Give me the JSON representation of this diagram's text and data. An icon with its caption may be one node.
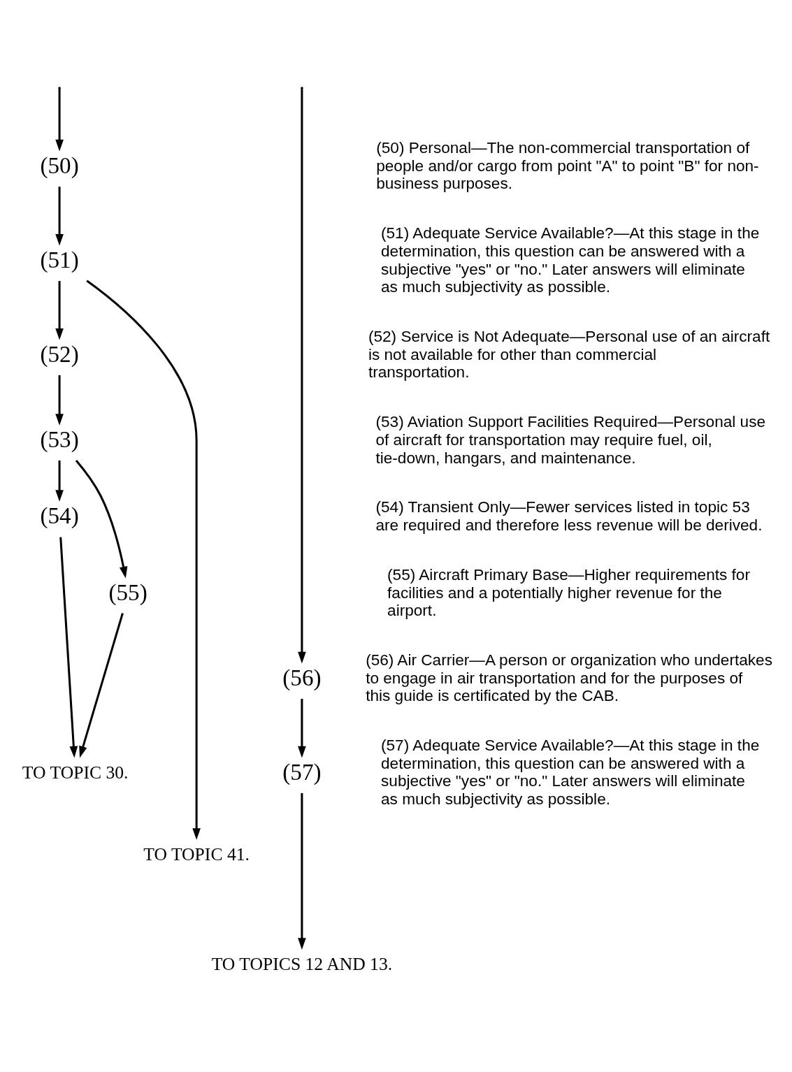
{
  "diagram": {
    "nodes": [
      {
        "text": [
          "(50)"
        ]
      },
      {
        "text": [
          "(51)"
        ]
      },
      {
        "text": [
          "(52)"
        ]
      },
      {
        "text": [
          "(53)"
        ]
      },
      {
        "text": [
          "(54)"
        ]
      },
      {
        "text": [
          "(55)"
        ]
      },
      {
        "text": [
          "(56)"
        ]
      },
      {
        "text": [
          "(57)"
        ]
      },
      {
        "text": [
          "TO TOPIC 41."
        ]
      },
      {
        "text": [
          "TO TOPIC 30."
        ]
      },
      {
        "text": [
          "TO TOPICS 12 AND 13."
        ]
      }
    ],
    "edges": [
      {
        "from": null,
        "to": 0,
        "arrow": "to"
      },
      {
        "from": null,
        "to": 6,
        "arrow": "to"
      },
      {
        "from": 0,
        "to": 1,
        "arrow": "to"
      },
      {
        "from": 1,
        "to": 2,
        "arrow": "to"
      },
      {
        "from": 1,
        "to": 8,
        "arrow": "to"
      },
      {
        "from": 2,
        "to": 3,
        "arrow": "to"
      },
      {
        "from": 3,
        "to": 4,
        "arrow": "to"
      },
      {
        "from": 3,
        "to": 5,
        "arrow": "to"
      },
      {
        "from": 4,
        "to": 9,
        "arrow": "to"
      },
      {
        "from": 5,
        "to": 9,
        "arrow": "to"
      },
      {
        "from": 6,
        "to": 7,
        "arrow": "to"
      },
      {
        "from": 7,
        "to": 10,
        "arrow": "to"
      }
    ],
    "labels": [
      "(50) Personal—The non-commercial transportation of people and/or cargo from point \"A\" to point \"B\" for non-business purposes.",
      "(51) Adequate Service Available?—At this stage in the determination, this question can be answered with a subjective \"yes\" or \"no.\" Later answers will eliminate as much subjectivity as possible.",
      "(52) Service is Not Adequate—Personal use of an aircraft is not available for other than commercial transportation.",
      "(53) Aviation Support Facilities Required—Personal use of aircraft for transportation may require fuel, oil, tie-down, hangars, and maintenance.",
      "(54) Transient Only—Fewer services listed in topic 53 are required and therefore less revenue will be derived.",
      "(55) Aircraft Primary Base—Higher requirements for facilities and a potentially higher revenue for the airport.",
      "(56) Air Carrier—A person or organization who undertakes to engage in air transportation and for the purposes of this guide is certificated by the CAB.",
      "(57) Adequate Service Available?—At this stage in the determination, this question can be answered with a subjective \"yes\" or \"no.\" Later answers will eliminate as much subjectivity as possible."
    ]
  }
}
